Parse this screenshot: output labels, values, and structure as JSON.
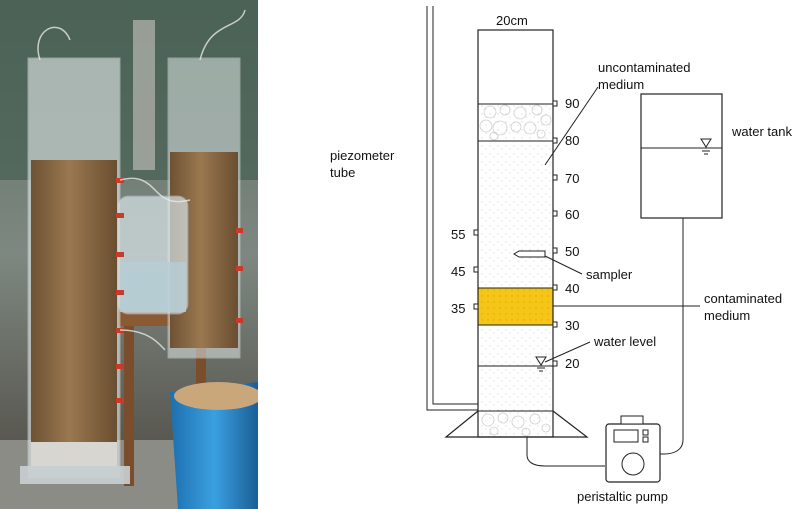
{
  "column_width_label": "20cm",
  "right_scale_ticks": [
    "90",
    "80",
    "70",
    "60",
    "50",
    "40",
    "30",
    "20"
  ],
  "left_scale_ticks": [
    "55",
    "45",
    "35"
  ],
  "labels": {
    "uncontaminated_line1": "uncontaminated",
    "uncontaminated_line2": "medium",
    "piezometer_line1": "piezometer",
    "piezometer_line2": "tube",
    "water_tank": "water tank",
    "sampler": "sampler",
    "contaminated_line1": "contaminated",
    "contaminated_line2": "medium",
    "water_level": "water level",
    "peristaltic_pump": "peristaltic pump"
  },
  "colors": {
    "contaminated_layer": "#f5c518",
    "soil": "#8a6a45",
    "bucket": "#2a8ccd"
  }
}
